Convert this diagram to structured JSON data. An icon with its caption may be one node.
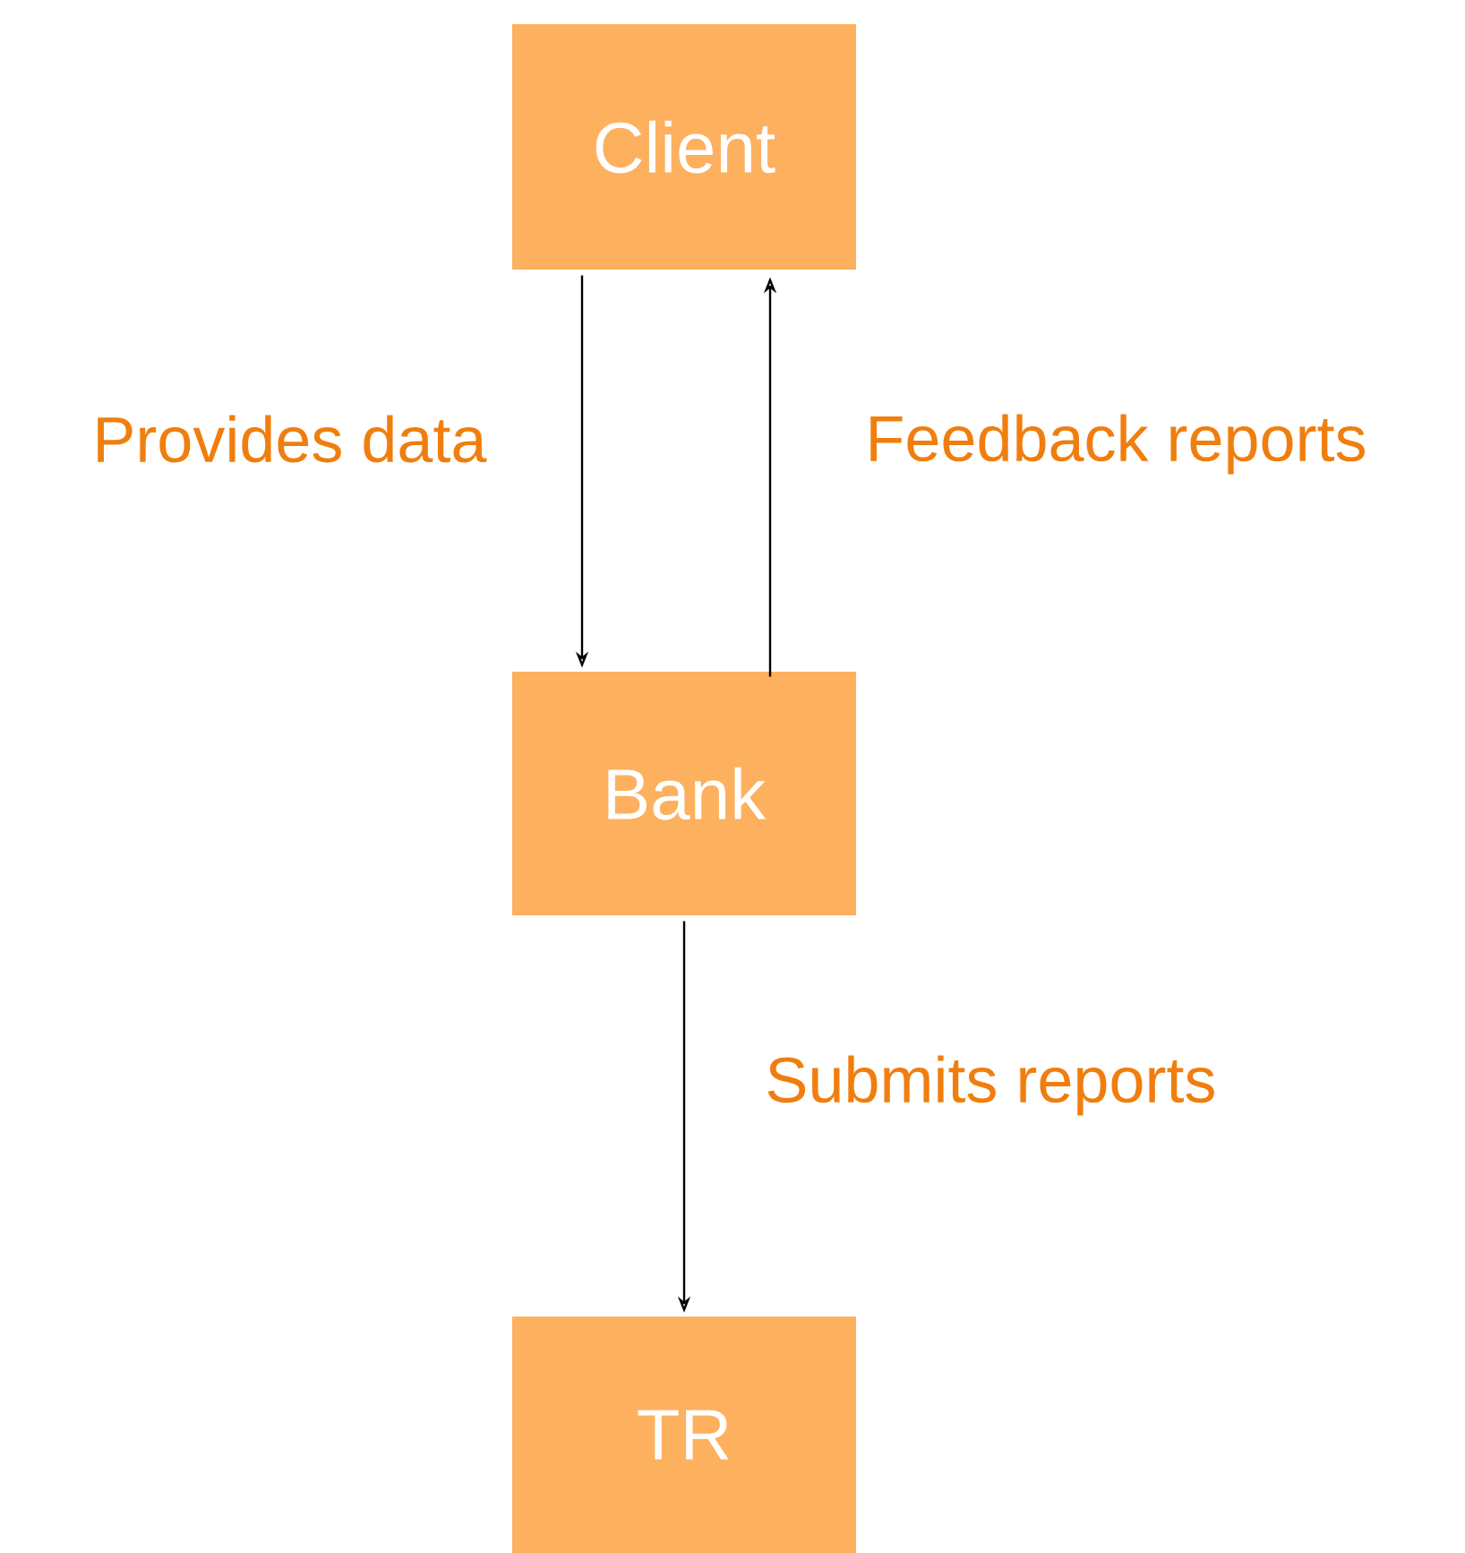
{
  "diagram": {
    "nodes": [
      {
        "text": [
          "Client"
        ]
      },
      {
        "text": [
          "Bank"
        ]
      },
      {
        "text": [
          "TR"
        ]
      }
    ],
    "edges": [
      {
        "from": 0,
        "to": 1,
        "arrow": "to",
        "label": "Provides data"
      },
      {
        "from": 1,
        "to": 0,
        "arrow": "to",
        "label": "Feedback reports"
      },
      {
        "from": 1,
        "to": 2,
        "arrow": "to",
        "label": "Submits reports"
      }
    ]
  }
}
